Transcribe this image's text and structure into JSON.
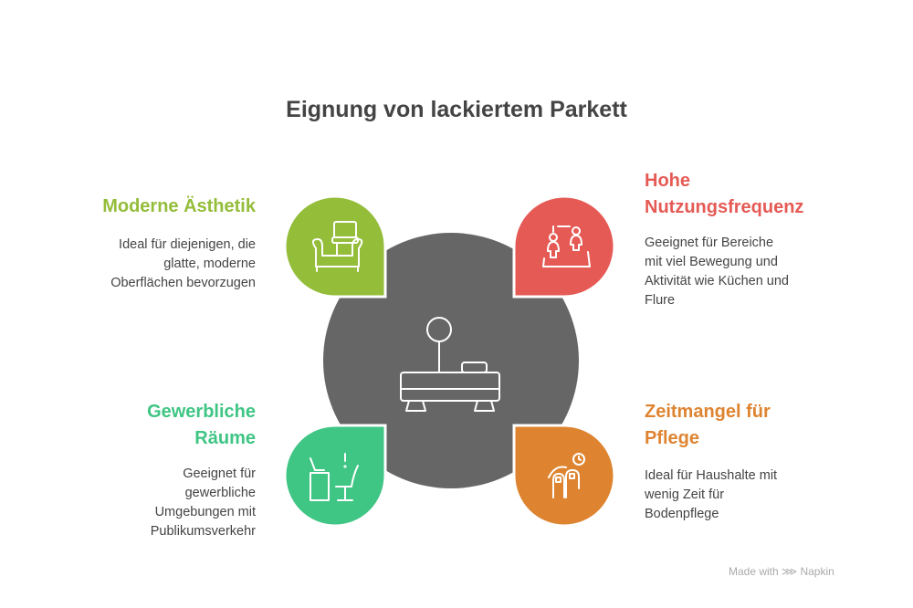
{
  "title": "Eignung von lackiertem Parkett",
  "items": [
    {
      "heading": "Moderne Ästhetik",
      "description": [
        "Ideal für diejenigen, die",
        "glatte, moderne",
        "Oberflächen bevorzugen"
      ],
      "color": "#94bd3a",
      "icon": "sofa-icon"
    },
    {
      "heading": [
        "Hohe",
        "Nutzungsfrequenz"
      ],
      "description": [
        "Geeignet für Bereiche",
        "mit viel Bewegung und",
        "Aktivität wie Küchen und",
        "Flure"
      ],
      "color": "#e55a55",
      "icon": "people-icon"
    },
    {
      "heading": [
        "Gewerbliche",
        "Räume"
      ],
      "description": [
        "Geeignet für",
        "gewerbliche",
        "Umgebungen mit",
        "Publikumsverkehr"
      ],
      "color": "#3fc584",
      "icon": "office-desk-icon"
    },
    {
      "heading": [
        "Zeitmangel für",
        "Pflege"
      ],
      "description": [
        "Ideal für Haushalte mit",
        "wenig Zeit für",
        "Bodenpflege"
      ],
      "color": "#de8431",
      "icon": "fingers-clock-icon"
    }
  ],
  "center": {
    "color": "#666666",
    "icon": "floor-bench-icon"
  },
  "footer": {
    "made_with": "Made with",
    "brand": "Napkin"
  }
}
